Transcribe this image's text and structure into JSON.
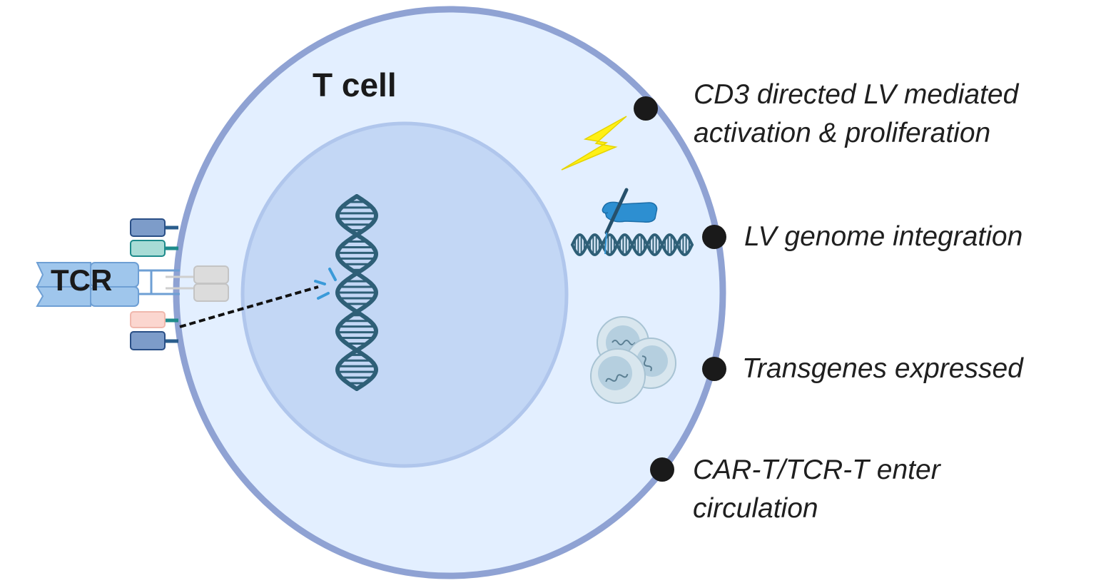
{
  "diagram": {
    "cell_label": "T cell",
    "receptor_label": "TCR",
    "steps": [
      {
        "line1": "CD3 directed LV mediated",
        "line2": "activation & proliferation",
        "icon": "lightning-icon"
      },
      {
        "line1": "LV genome integration",
        "line2": "",
        "icon": "dna-editing-icon"
      },
      {
        "line1": "Transgenes expressed",
        "line2": "",
        "icon": "cell-cluster-icon"
      },
      {
        "line1": "CAR-T/TCR-T enter",
        "line2": "circulation",
        "icon": ""
      }
    ]
  },
  "colors": {
    "cell_fill": "#e3efff",
    "cell_membrane": "#8fa2d3",
    "nucleus_fill": "#c3d7f5",
    "nucleus_border": "#a8c0e8",
    "dna": "#2e5f77",
    "tcr_fill": "#9fc6ec",
    "lightning": "#fff016",
    "hand": "#2d8fd1",
    "marker": "#1a1a1a"
  }
}
